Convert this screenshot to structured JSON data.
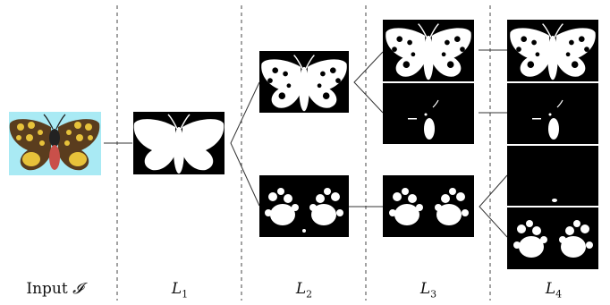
{
  "figure": {
    "column_labels": {
      "input": {
        "text": "Input",
        "symbol": "𝓘"
      },
      "l1": {
        "base": "L",
        "sub": "1"
      },
      "l2": {
        "base": "L",
        "sub": "2"
      },
      "l3": {
        "base": "L",
        "sub": "3"
      },
      "l4": {
        "base": "L",
        "sub": "4"
      }
    },
    "colors": {
      "input_background": "#a9eaf4",
      "mask_background": "#000000",
      "mask_foreground": "#ffffff",
      "wing_yellow": "#e7c23a",
      "wing_brown": "#5a3d1e",
      "body_red": "#c9504a",
      "divider": "#444444"
    },
    "panels": [
      {
        "id": "input",
        "column": "input",
        "content": "original moth photo"
      },
      {
        "id": "l1-full",
        "column": "L1",
        "content": "full moth silhouette"
      },
      {
        "id": "l2-top",
        "column": "L2",
        "content": "white wing pattern"
      },
      {
        "id": "l2-bottom",
        "column": "L2",
        "content": "wing spots"
      },
      {
        "id": "l3-top",
        "column": "L3",
        "content": "white wing pattern"
      },
      {
        "id": "l3-mid",
        "column": "L3",
        "content": "body only"
      },
      {
        "id": "l3-bottom",
        "column": "L3",
        "content": "wing spots"
      },
      {
        "id": "l4-a",
        "column": "L4",
        "content": "white wing pattern"
      },
      {
        "id": "l4-b",
        "column": "L4",
        "content": "body only"
      },
      {
        "id": "l4-c",
        "column": "L4",
        "content": "small fragment"
      },
      {
        "id": "l4-d",
        "column": "L4",
        "content": "wing spots"
      }
    ]
  }
}
